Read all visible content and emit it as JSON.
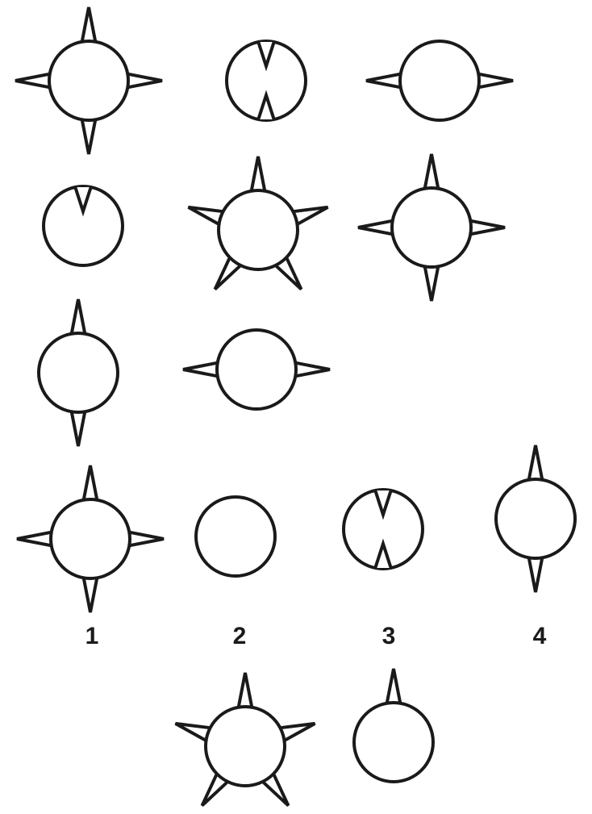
{
  "puzzle": {
    "answer_labels": [
      "1",
      "2",
      "3",
      "4"
    ],
    "rows": [
      {
        "id": "row-1",
        "cells": [
          {
            "id": "fig-r1c1",
            "spikes": "four-outer"
          },
          {
            "id": "fig-r1c2",
            "spikes": "two-inner-vertical"
          },
          {
            "id": "fig-r1c3",
            "spikes": "two-outer-horizontal"
          }
        ]
      },
      {
        "id": "row-2",
        "cells": [
          {
            "id": "fig-r2c1",
            "spikes": "one-inner-top"
          },
          {
            "id": "fig-r2c2",
            "spikes": "five-outer-star"
          },
          {
            "id": "fig-r2c3",
            "spikes": "four-outer"
          }
        ]
      },
      {
        "id": "row-3",
        "cells": [
          {
            "id": "fig-r3c1",
            "spikes": "two-outer-vertical"
          },
          {
            "id": "fig-r3c2",
            "spikes": "two-outer-horizontal"
          },
          {
            "id": "fig-r3c3",
            "spikes": "missing"
          }
        ]
      }
    ],
    "answers": [
      {
        "id": "option-1",
        "spikes": "four-outer"
      },
      {
        "id": "option-2",
        "spikes": "none"
      },
      {
        "id": "option-3",
        "spikes": "two-inner-vertical"
      },
      {
        "id": "option-4",
        "spikes": "two-outer-vertical"
      },
      {
        "id": "option-5",
        "spikes": "five-outer-star"
      },
      {
        "id": "option-6",
        "spikes": "one-outer-top"
      }
    ],
    "stroke_color": "#1a1a1a",
    "background_color": "#ffffff"
  }
}
